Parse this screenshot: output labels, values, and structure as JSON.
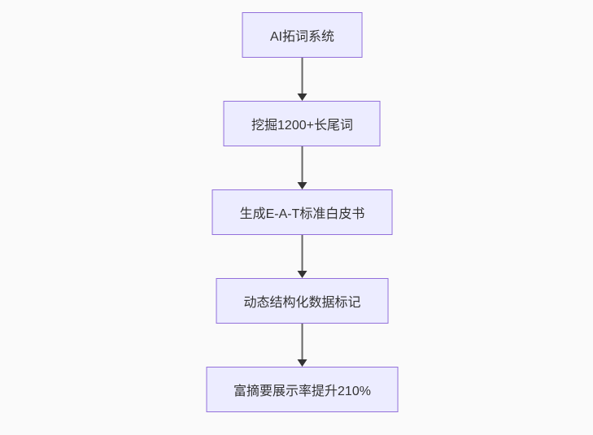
{
  "diagram": {
    "type": "flowchart",
    "direction": "top-down",
    "colors": {
      "node_fill": "#ECECFF",
      "node_border": "#9370DB",
      "arrow_line": "#666666",
      "arrow_head": "#333333",
      "text_color": "#333333",
      "canvas_bg": "#fafafa"
    },
    "nodes": [
      {
        "id": "n1",
        "label": "AI拓词系统"
      },
      {
        "id": "n2",
        "label": "挖掘1200+长尾词"
      },
      {
        "id": "n3",
        "label": "生成E-A-T标准白皮书"
      },
      {
        "id": "n4",
        "label": "动态结构化数据标记"
      },
      {
        "id": "n5",
        "label": "富摘要展示率提升210%"
      }
    ],
    "edges": [
      {
        "from": "n1",
        "to": "n2"
      },
      {
        "from": "n2",
        "to": "n3"
      },
      {
        "from": "n3",
        "to": "n4"
      },
      {
        "from": "n4",
        "to": "n5"
      }
    ]
  }
}
